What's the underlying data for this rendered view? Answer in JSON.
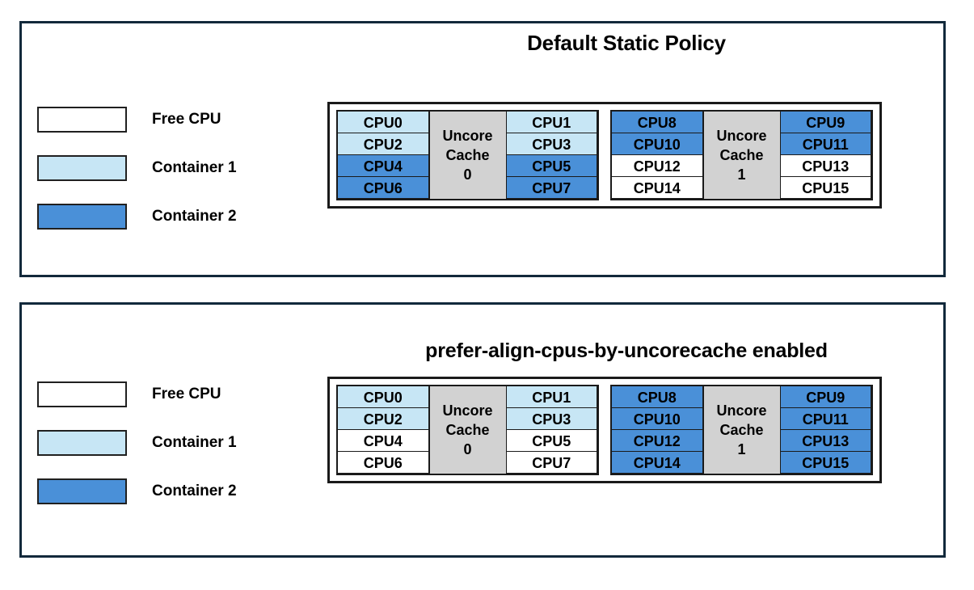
{
  "panels": [
    {
      "id": "default-static-policy",
      "title": "Default Static Policy",
      "legend": [
        {
          "label": "Free CPU",
          "swatch": "free",
          "color": "#ffffff"
        },
        {
          "label": "Container 1",
          "swatch": "container1",
          "color": "#c7e6f5"
        },
        {
          "label": "Container 2",
          "swatch": "container2",
          "color": "#4a90d8"
        }
      ],
      "cache_groups": [
        {
          "cache_label_line1": "Uncore",
          "cache_label_line2": "Cache",
          "cache_index": "0",
          "left_column": [
            {
              "cpu": "CPU0",
              "state": "container1"
            },
            {
              "cpu": "CPU2",
              "state": "container1"
            },
            {
              "cpu": "CPU4",
              "state": "container2"
            },
            {
              "cpu": "CPU6",
              "state": "container2"
            }
          ],
          "right_column": [
            {
              "cpu": "CPU1",
              "state": "container1"
            },
            {
              "cpu": "CPU3",
              "state": "container1"
            },
            {
              "cpu": "CPU5",
              "state": "container2"
            },
            {
              "cpu": "CPU7",
              "state": "container2"
            }
          ]
        },
        {
          "cache_label_line1": "Uncore",
          "cache_label_line2": "Cache",
          "cache_index": "1",
          "left_column": [
            {
              "cpu": "CPU8",
              "state": "container2"
            },
            {
              "cpu": "CPU10",
              "state": "container2"
            },
            {
              "cpu": "CPU12",
              "state": "free"
            },
            {
              "cpu": "CPU14",
              "state": "free"
            }
          ],
          "right_column": [
            {
              "cpu": "CPU9",
              "state": "container2"
            },
            {
              "cpu": "CPU11",
              "state": "container2"
            },
            {
              "cpu": "CPU13",
              "state": "free"
            },
            {
              "cpu": "CPU15",
              "state": "free"
            }
          ]
        }
      ]
    },
    {
      "id": "prefer-align-cpus-by-uncorecache-enabled",
      "title": "prefer-align-cpus-by-uncorecache enabled",
      "legend": [
        {
          "label": "Free CPU",
          "swatch": "free",
          "color": "#ffffff"
        },
        {
          "label": "Container 1",
          "swatch": "container1",
          "color": "#c7e6f5"
        },
        {
          "label": "Container 2",
          "swatch": "container2",
          "color": "#4a90d8"
        }
      ],
      "cache_groups": [
        {
          "cache_label_line1": "Uncore",
          "cache_label_line2": "Cache",
          "cache_index": "0",
          "left_column": [
            {
              "cpu": "CPU0",
              "state": "container1"
            },
            {
              "cpu": "CPU2",
              "state": "container1"
            },
            {
              "cpu": "CPU4",
              "state": "free"
            },
            {
              "cpu": "CPU6",
              "state": "free"
            }
          ],
          "right_column": [
            {
              "cpu": "CPU1",
              "state": "container1"
            },
            {
              "cpu": "CPU3",
              "state": "container1"
            },
            {
              "cpu": "CPU5",
              "state": "free"
            },
            {
              "cpu": "CPU7",
              "state": "free"
            }
          ]
        },
        {
          "cache_label_line1": "Uncore",
          "cache_label_line2": "Cache",
          "cache_index": "1",
          "left_column": [
            {
              "cpu": "CPU8",
              "state": "container2"
            },
            {
              "cpu": "CPU10",
              "state": "container2"
            },
            {
              "cpu": "CPU12",
              "state": "container2"
            },
            {
              "cpu": "CPU14",
              "state": "container2"
            }
          ],
          "right_column": [
            {
              "cpu": "CPU9",
              "state": "container2"
            },
            {
              "cpu": "CPU11",
              "state": "container2"
            },
            {
              "cpu": "CPU13",
              "state": "container2"
            },
            {
              "cpu": "CPU15",
              "state": "container2"
            }
          ]
        }
      ]
    }
  ]
}
